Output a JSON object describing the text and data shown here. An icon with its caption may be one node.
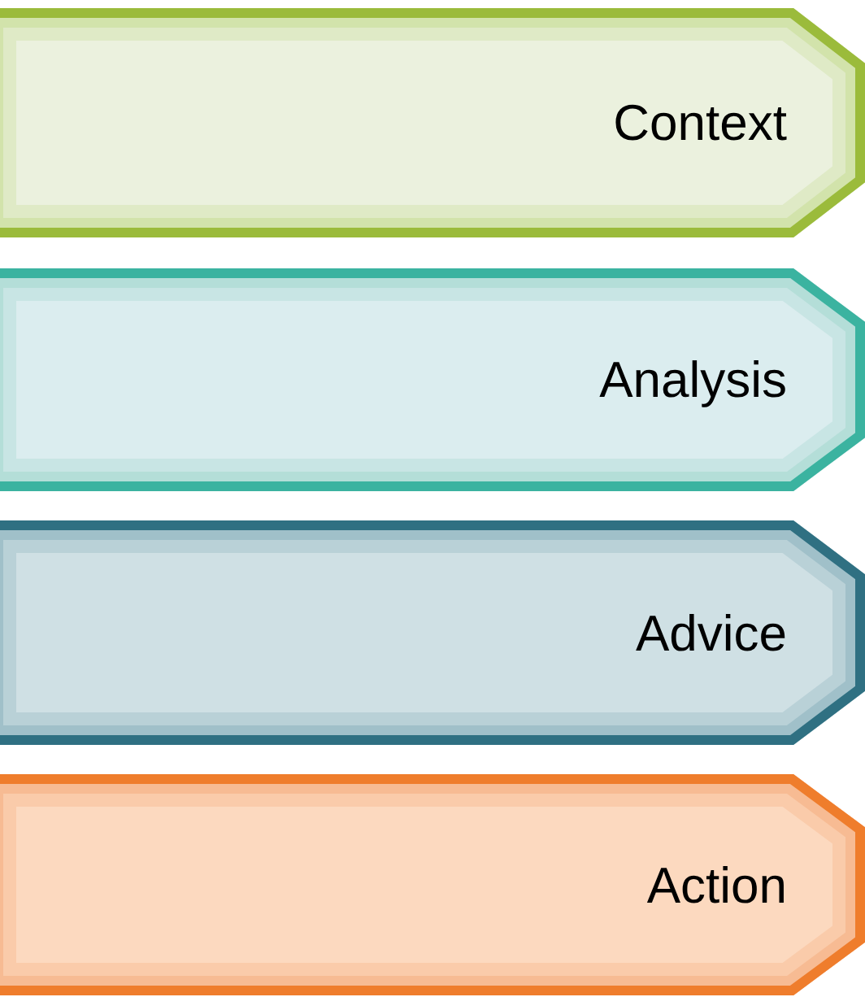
{
  "diagram": {
    "nodes": [
      {
        "text": [
          "Context"
        ]
      },
      {
        "text": [
          "Analysis"
        ]
      },
      {
        "text": [
          "Advice"
        ]
      },
      {
        "text": [
          "Action"
        ]
      }
    ]
  }
}
